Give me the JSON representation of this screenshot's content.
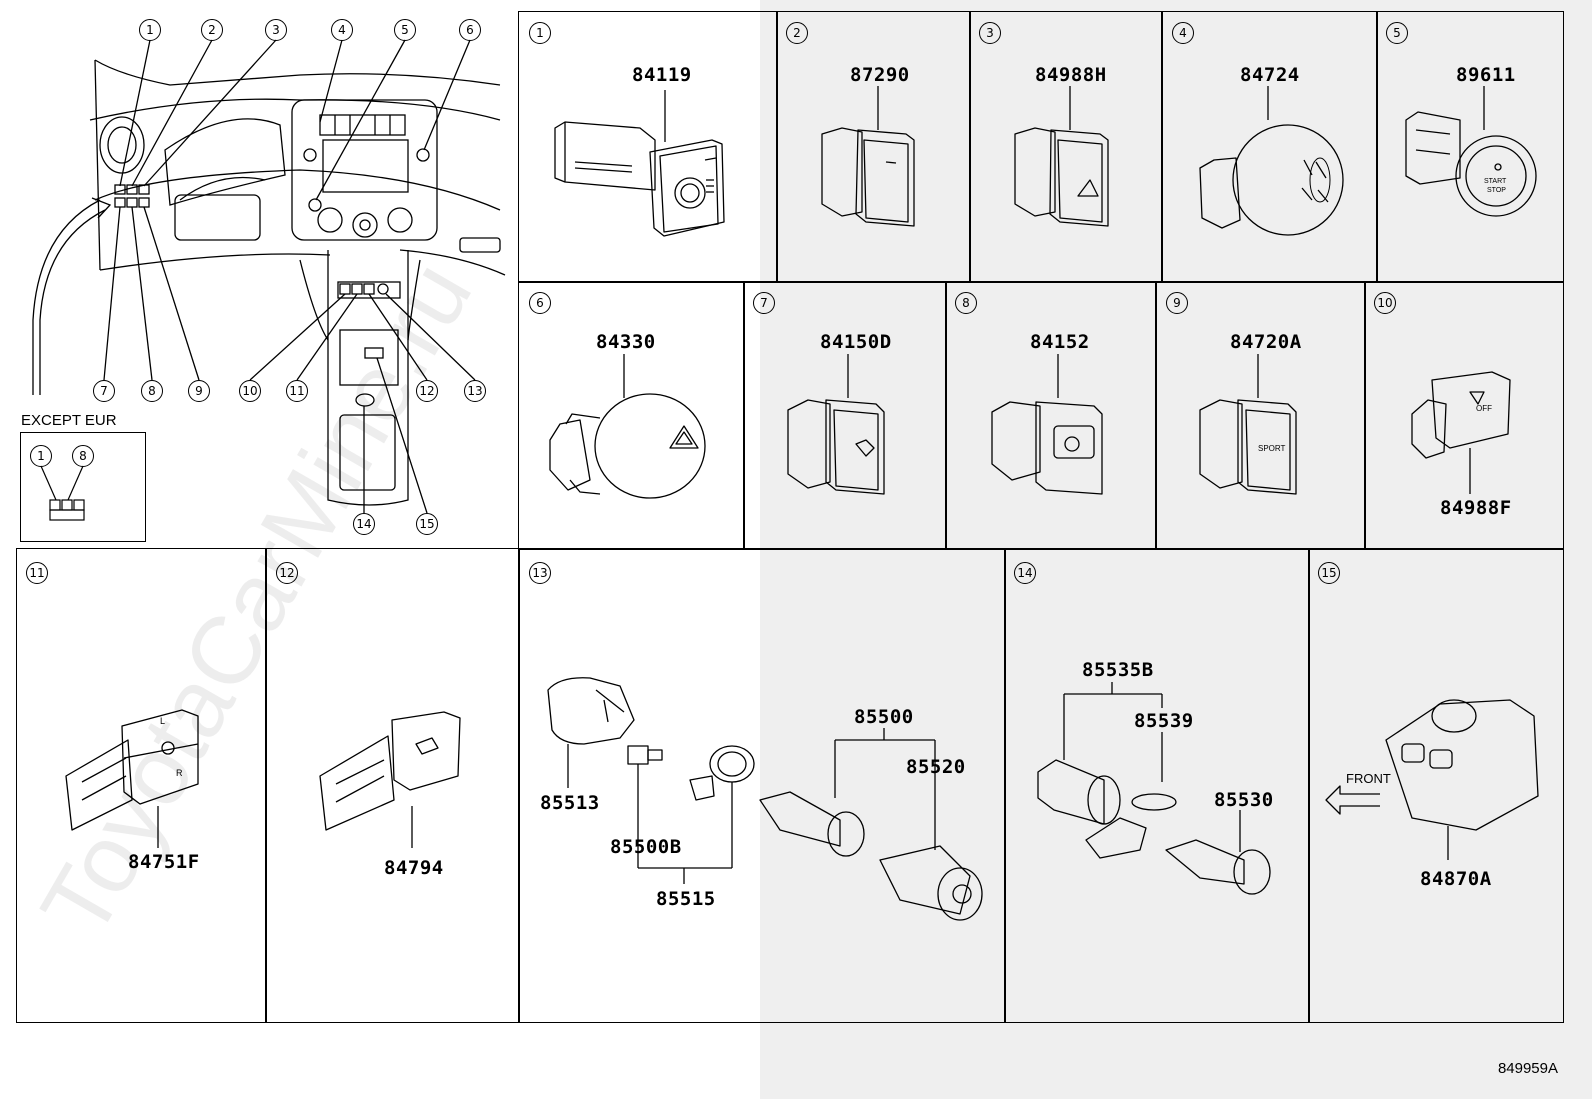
{
  "watermark": "ToyotaCarMine.ru",
  "diagram_code": "849959A",
  "overview": {
    "callouts": [
      "1",
      "2",
      "3",
      "4",
      "5",
      "6",
      "7",
      "8",
      "9",
      "10",
      "11",
      "12",
      "13",
      "14",
      "15"
    ],
    "except_label": "EXCEPT EUR",
    "except_callouts": [
      "1",
      "8"
    ]
  },
  "cells": [
    {
      "index": "1",
      "parts": [
        "84119"
      ]
    },
    {
      "index": "2",
      "parts": [
        "87290"
      ]
    },
    {
      "index": "3",
      "parts": [
        "84988H"
      ]
    },
    {
      "index": "4",
      "parts": [
        "84724"
      ]
    },
    {
      "index": "5",
      "parts": [
        "89611"
      ]
    },
    {
      "index": "6",
      "parts": [
        "84330"
      ]
    },
    {
      "index": "7",
      "parts": [
        "84150D"
      ]
    },
    {
      "index": "8",
      "parts": [
        "84152"
      ]
    },
    {
      "index": "9",
      "parts": [
        "84720A"
      ]
    },
    {
      "index": "10",
      "parts": [
        "84988F"
      ]
    },
    {
      "index": "11",
      "parts": [
        "84751F"
      ]
    },
    {
      "index": "12",
      "parts": [
        "84794"
      ]
    },
    {
      "index": "13",
      "parts": [
        "85513",
        "85500B",
        "85515",
        "85500",
        "85520"
      ]
    },
    {
      "index": "14",
      "parts": [
        "85535B",
        "85539",
        "85530"
      ]
    },
    {
      "index": "15",
      "parts": [
        "84870A"
      ],
      "front_label": "FRONT"
    }
  ],
  "button_text": {
    "c5": [
      "START",
      "STOP"
    ],
    "c9": "SPORT",
    "c10": "OFF",
    "c11_top": "L",
    "c11_bottom": "R"
  }
}
